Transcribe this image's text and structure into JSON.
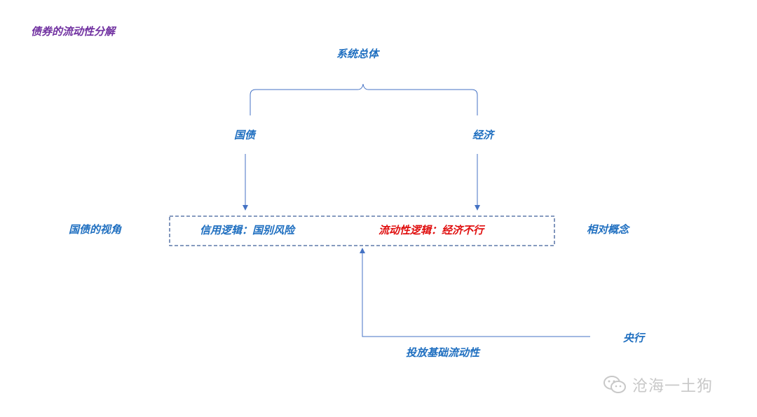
{
  "title": "债券的流动性分解",
  "top_node": "系统总体",
  "left_branch": "国债",
  "right_branch": "经济",
  "left_label": "国债的视角",
  "right_label": "相对概念",
  "box": {
    "credit_logic": "信用逻辑：国别风险",
    "liquidity_logic": "流动性逻辑：经济不行"
  },
  "central_bank": "央行",
  "base_liquidity": "投放基础流动性",
  "watermark": {
    "text": "沧海一土狗",
    "icon": "wechat-icon"
  },
  "colors": {
    "title": "#7030a0",
    "text_blue": "#1f6fc0",
    "text_red": "#e01010",
    "lines": "#4472c4",
    "watermark": "#c8c8c8"
  }
}
